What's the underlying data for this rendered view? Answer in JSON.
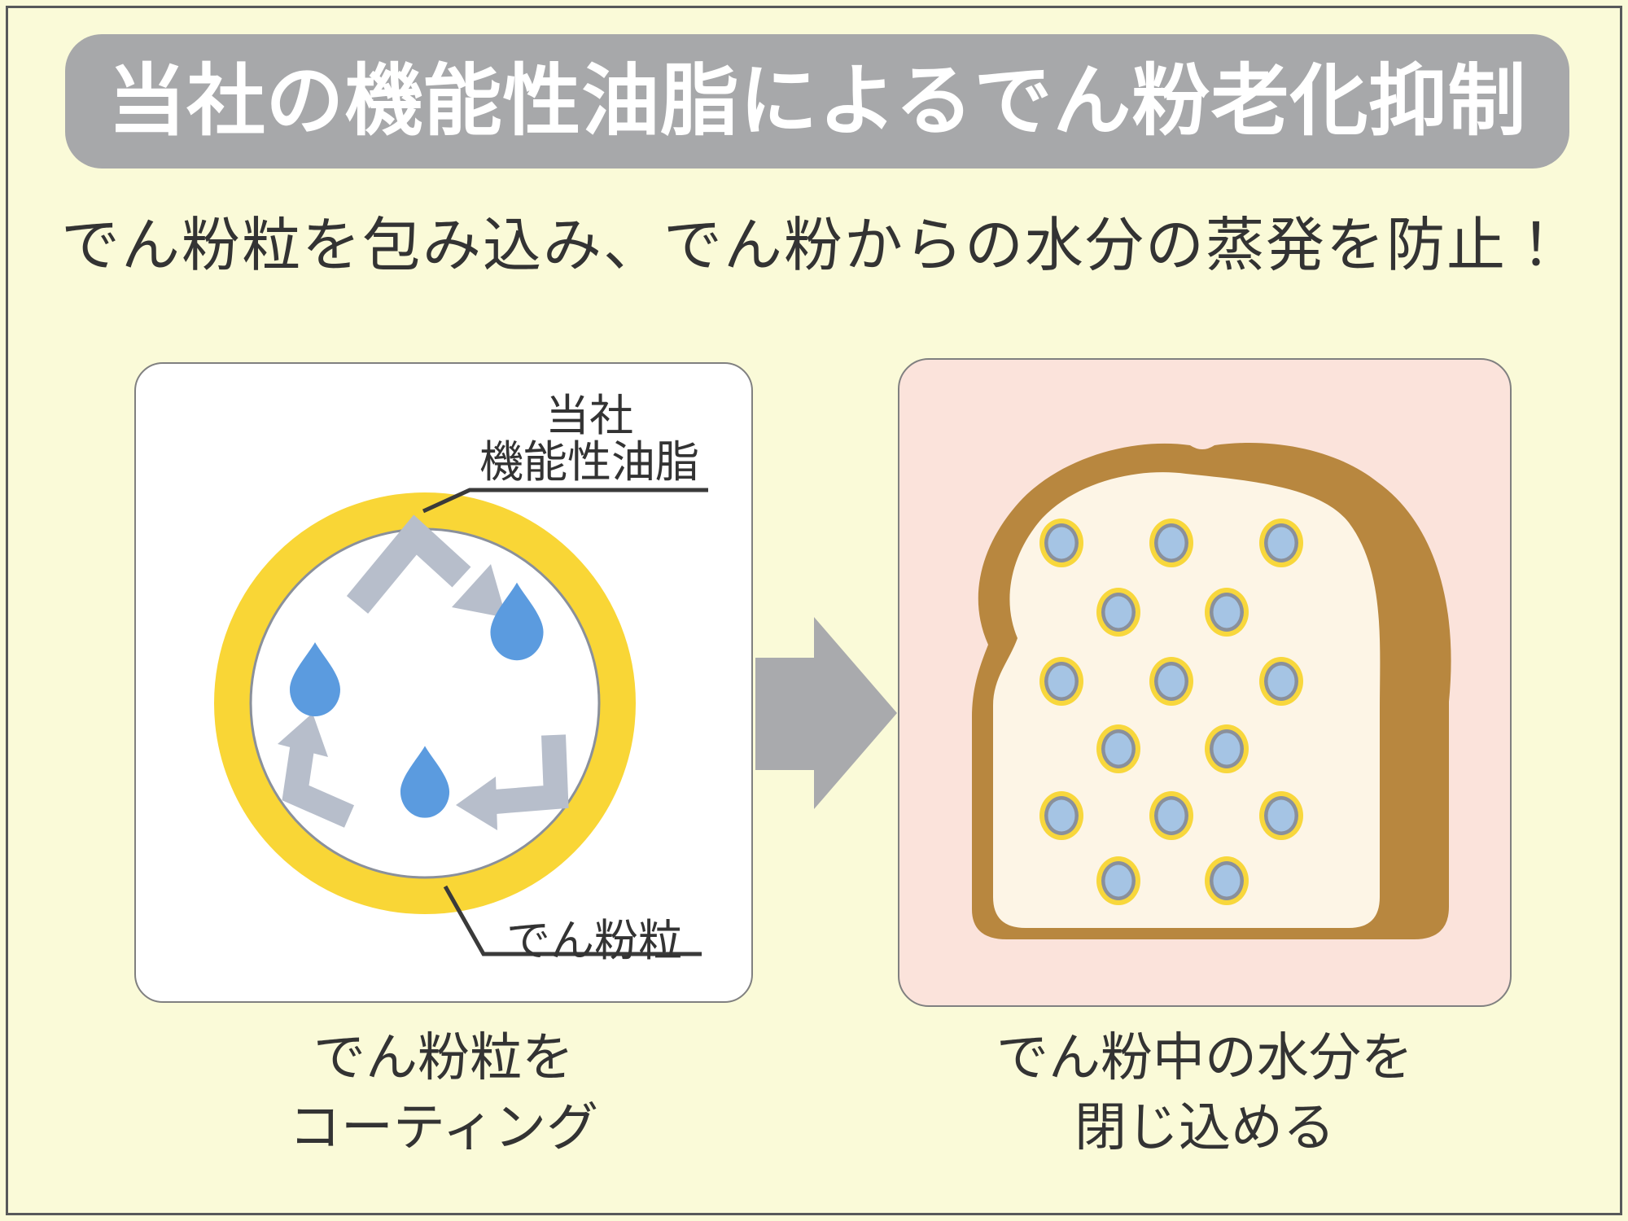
{
  "title": {
    "text": "当社の機能性油脂によるでん粉老化抑制"
  },
  "subtitle": {
    "text": "でん粉粒を包み込み、でん粉からの水分の蒸発を防止！"
  },
  "left_panel": {
    "coating_label": {
      "line1": "当社",
      "line2": "機能性油脂"
    },
    "starch_label": "でん粉粒",
    "caption": {
      "line1": "でん粉粒を",
      "line2": "コーティング"
    },
    "droplet_count": 3,
    "cycle_arrow_count": 3
  },
  "right_panel": {
    "caption": {
      "line1": "でん粉中の水分を",
      "line2": "閉じ込める"
    },
    "granule_rows": [
      3,
      2,
      3,
      2,
      3,
      2
    ],
    "granule_count": 15
  },
  "colors": {
    "background": "#FAFAD8",
    "frame_border": "#58595B",
    "title_bg": "#A7A8AA",
    "title_text": "#FFFFFF",
    "body_text": "#333333",
    "coating_yellow": "#F9D636",
    "droplet_blue": "#5B9BDF",
    "cycle_arrow_gray": "#B7BECB",
    "flow_arrow_gray": "#A9AAAD",
    "panel_pink": "#FBE3DB",
    "crust_brown": "#B8873F",
    "crumb_cream": "#FDF5E6",
    "granule_blue": "#A5C4E4",
    "granule_ring_yellow": "#F8D73C",
    "granule_ring_gray": "#8A909B"
  }
}
